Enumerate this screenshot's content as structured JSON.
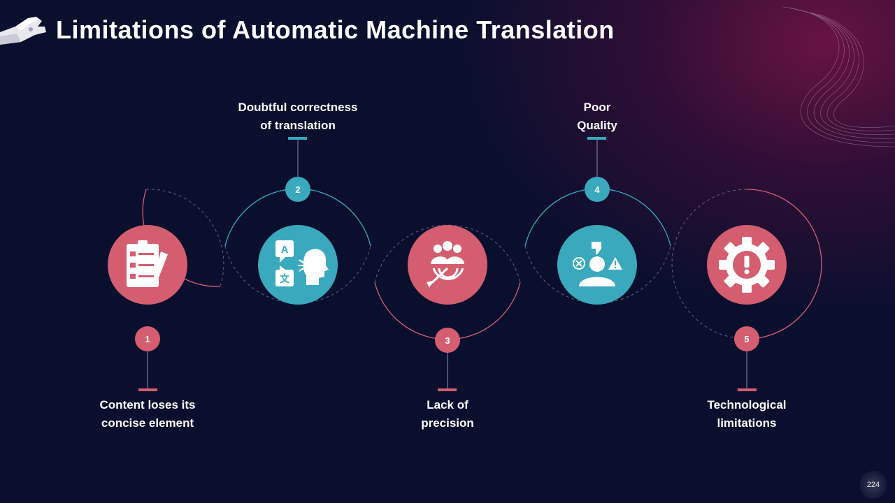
{
  "slide": {
    "title": "Limitations of Automatic Machine Translation",
    "page_number": "224"
  },
  "colors": {
    "pink": "#d45d70",
    "teal": "#3aa9bd",
    "background": "#0a0f2e"
  },
  "items": [
    {
      "number": "1",
      "label_line1": "Content loses its",
      "label_line2": "concise element",
      "icon": "checklist-pen-icon",
      "color": "#d45d70"
    },
    {
      "number": "2",
      "label_line1": "Doubtful correctness",
      "label_line2": "of translation",
      "icon": "translation-speech-icon",
      "color": "#3aa9bd"
    },
    {
      "number": "3",
      "label_line1": "Lack of",
      "label_line2": "precision",
      "icon": "target-group-icon",
      "color": "#d45d70"
    },
    {
      "number": "4",
      "label_line1": "Poor",
      "label_line2": "Quality",
      "icon": "dislike-warning-person-icon",
      "color": "#3aa9bd"
    },
    {
      "number": "5",
      "label_line1": "Technological",
      "label_line2": "limitations",
      "icon": "gear-alert-icon",
      "color": "#d45d70"
    }
  ]
}
